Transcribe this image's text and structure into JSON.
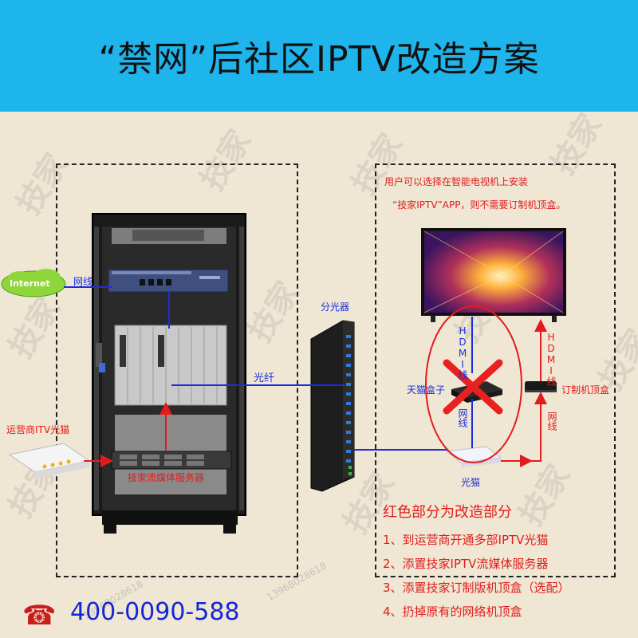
{
  "header": {
    "title": "“禁网”后社区IPTV改造方案"
  },
  "watermark": {
    "text": "技家",
    "phone": "13968028618"
  },
  "labels": {
    "internet": "Internet",
    "wangxian_left": "网线",
    "operator_modem": "运营商ITV光猫",
    "fiber": "光纤",
    "server": "技家流媒体服务器",
    "splitter": "分光器",
    "hdmi_left": "HDMI线",
    "hdmi_right": "HDMI线",
    "tmall_box": "天猫盒子",
    "custom_stb": "订制机顶盒",
    "wangxian_mid": "网线",
    "wangxian_right": "网线",
    "modem": "光猫"
  },
  "user_note": {
    "line1": "用户可以选择在智能电视机上安装",
    "line2": "“技家IPTV”APP，则不需要订制机顶盒。"
  },
  "notes": {
    "title": "红色部分为改造部分",
    "items": [
      "1、到运营商开通多部IPTV光猫",
      "2、添置技家IPTV流媒体服务器",
      "3、添置技家订制版机顶盒（选配）",
      "4、扔掉原有的网络机顶盒"
    ]
  },
  "contact": {
    "phone": "400-0090-588",
    "icon": "telephone-icon"
  },
  "colors": {
    "header_bg": "#1eb4ec",
    "background": "#efe6d3",
    "accent_red": "#e21c1c",
    "link_blue": "#1a2ee0"
  }
}
